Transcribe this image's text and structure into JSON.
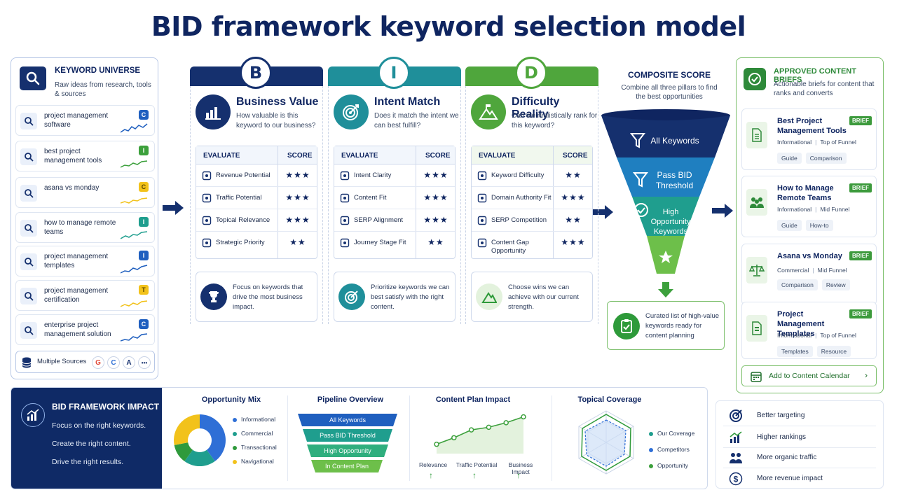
{
  "title": "BID framework keyword selection model",
  "keyword_universe": {
    "title": "KEYWORD UNIVERSE",
    "subtitle": "Raw ideas from research, tools & sources",
    "items": [
      {
        "text": "project management software",
        "badge": "C",
        "color": "#1f5fbf",
        "spark": "#1f5fbf"
      },
      {
        "text": "best project management tools",
        "badge": "I",
        "color": "#3ca03c",
        "spark": "#3ca03c"
      },
      {
        "text": "asana vs monday",
        "badge": "C",
        "color": "#f2c21b",
        "spark": "#f2c21b"
      },
      {
        "text": "how to manage remote teams",
        "badge": "I",
        "color": "#1f9e8e",
        "spark": "#1f9e8e"
      },
      {
        "text": "project management templates",
        "badge": "I",
        "color": "#1f5fbf",
        "spark": "#1f5fbf"
      },
      {
        "text": "project management certification",
        "badge": "T",
        "color": "#f2c21b",
        "spark": "#f2c21b"
      },
      {
        "text": "enterprise project management solution",
        "badge": "C",
        "color": "#1f5fbf",
        "spark": "#1f5fbf"
      }
    ],
    "sources_label": "Multiple Sources",
    "sources": [
      "G",
      "C",
      "A",
      "•••"
    ]
  },
  "pillars": [
    {
      "letter": "B",
      "color": "#15306e",
      "name": "Business Value",
      "question": "How valuable is this keyword to our business?",
      "evaluate_label": "EVALUATE",
      "score_label": "SCORE",
      "rows": [
        {
          "label": "Revenue Potential",
          "score": "★★★"
        },
        {
          "label": "Traffic Potential",
          "score": "★★★"
        },
        {
          "label": "Topical Relevance",
          "score": "★★★"
        },
        {
          "label": "Strategic Priority",
          "score": "★★"
        }
      ],
      "note": "Focus on keywords that drive the most business impact."
    },
    {
      "letter": "I",
      "color": "#1f8f9a",
      "name": "Intent Match",
      "question": "Does it match the intent we can best fulfill?",
      "evaluate_label": "EVALUATE",
      "score_label": "SCORE",
      "rows": [
        {
          "label": "Intent Clarity",
          "score": "★★★"
        },
        {
          "label": "Content Fit",
          "score": "★★★"
        },
        {
          "label": "SERP Alignment",
          "score": "★★★"
        },
        {
          "label": "Journey Stage Fit",
          "score": "★★"
        }
      ],
      "note": "Prioritize keywords we can best satisfy with the right content."
    },
    {
      "letter": "D",
      "color": "#4fa63c",
      "name": "Difficulty Reality",
      "question": "Can we realistically rank for this keyword?",
      "evaluate_label": "EVALUATE",
      "score_label": "SCORE",
      "rows": [
        {
          "label": "Keyword Difficulty",
          "score": "★★"
        },
        {
          "label": "Domain Authority Fit",
          "score": "★★★"
        },
        {
          "label": "SERP Competition",
          "score": "★★"
        },
        {
          "label": "Content Gap Opportunity",
          "score": "★★★"
        }
      ],
      "note": "Choose wins we can achieve with our current strength."
    }
  ],
  "composite": {
    "title": "COMPOSITE SCORE",
    "subtitle": "Combine all three pillars to find the best opportunities",
    "stages": [
      "All Keywords",
      "Pass BID Threshold",
      "High Opportunity Keywords"
    ],
    "curated": "Curated list of high-value keywords ready for content planning"
  },
  "briefs": {
    "title": "APPROVED CONTENT BRIEFS",
    "subtitle": "Actionable briefs for content that ranks and converts",
    "badge": "BRIEF",
    "items": [
      {
        "title": "Best Project Management Tools",
        "type": "Informational",
        "funnel": "Top of Funnel",
        "tags": [
          "Guide",
          "Comparison"
        ]
      },
      {
        "title": "How to Manage Remote Teams",
        "type": "Informational",
        "funnel": "Mid Funnel",
        "tags": [
          "Guide",
          "How-to"
        ]
      },
      {
        "title": "Asana vs Monday",
        "type": "Commercial",
        "funnel": "Mid Funnel",
        "tags": [
          "Comparison",
          "Review"
        ]
      },
      {
        "title": "Project Management Templates",
        "type": "Informational",
        "funnel": "Top of Funnel",
        "tags": [
          "Templates",
          "Resource"
        ]
      }
    ],
    "add_label": "Add to Content Calendar"
  },
  "impact": {
    "title": "BID FRAMEWORK IMPACT",
    "lines": [
      "Focus on the right keywords.",
      "Create the right content.",
      "Drive the right results."
    ]
  },
  "opportunity_mix": {
    "title": "Opportunity Mix",
    "legend": [
      {
        "name": "Informational",
        "color": "#2f6fd6"
      },
      {
        "name": "Commercial",
        "color": "#1f9e8e"
      },
      {
        "name": "Transactional",
        "color": "#2f9a3c"
      },
      {
        "name": "Navigational",
        "color": "#f2c21b"
      }
    ]
  },
  "pipeline": {
    "title": "Pipeline Overview",
    "stages": [
      {
        "label": "All Keywords",
        "color": "#1f5fbf"
      },
      {
        "label": "Pass BID Threshold",
        "color": "#1f9e8e"
      },
      {
        "label": "High Opportunity",
        "color": "#2fae7e"
      },
      {
        "label": "In Content Plan",
        "color": "#6dbf4a"
      }
    ]
  },
  "content_plan": {
    "title": "Content Plan Impact",
    "labels": [
      "Relevance",
      "Traffic Potential",
      "Business Impact"
    ]
  },
  "topical": {
    "title": "Topical Coverage",
    "legend": [
      {
        "name": "Our Coverage",
        "color": "#1f9e8e"
      },
      {
        "name": "Competitors",
        "color": "#2f6fd6"
      },
      {
        "name": "Opportunity",
        "color": "#3ca03c"
      }
    ]
  },
  "benefits": [
    "Better targeting",
    "Higher rankings",
    "More organic traffic",
    "More revenue impact"
  ],
  "chart_data": [
    {
      "type": "pie",
      "title": "Opportunity Mix",
      "categories": [
        "Informational",
        "Commercial",
        "Transactional",
        "Navigational"
      ],
      "values": [
        40,
        20,
        12,
        28
      ]
    },
    {
      "type": "line",
      "title": "Content Plan Impact",
      "x": [
        1,
        2,
        3,
        4,
        5,
        6
      ],
      "values": [
        1,
        2,
        3.2,
        3.6,
        4.3,
        5.2
      ]
    }
  ]
}
